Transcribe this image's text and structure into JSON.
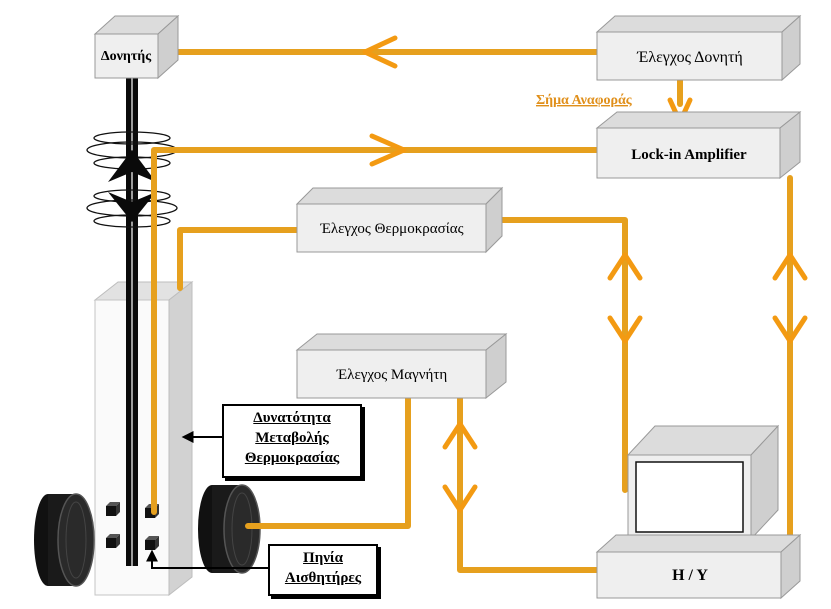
{
  "colors": {
    "signal": "#e6a01e",
    "signal_dark": "#c9830c",
    "arrow": "#f39a12",
    "box_front": "#efefef",
    "box_side": "#cfcfcf",
    "box_top": "#dcdcdc",
    "reference_text": "#e08f1a"
  },
  "boxes": {
    "vibrator": "Δονητής",
    "vibrator_control": "Έλεγχος Δονητή",
    "lockin": "Lock-in Amplifier",
    "temperature_control": "Έλεγχος Θερμοκρασίας",
    "magnet_control": "Έλεγχος Μαγνήτη",
    "computer": "H / Y"
  },
  "reference_signal": "Σήμα Αναφοράς",
  "notes": {
    "temperature_variation": [
      "Δυνατότητα",
      "Μεταβολής",
      "Θερμοκρασίας"
    ],
    "sensor_coils": [
      "Πηνία",
      "Αισθητήρες"
    ]
  }
}
